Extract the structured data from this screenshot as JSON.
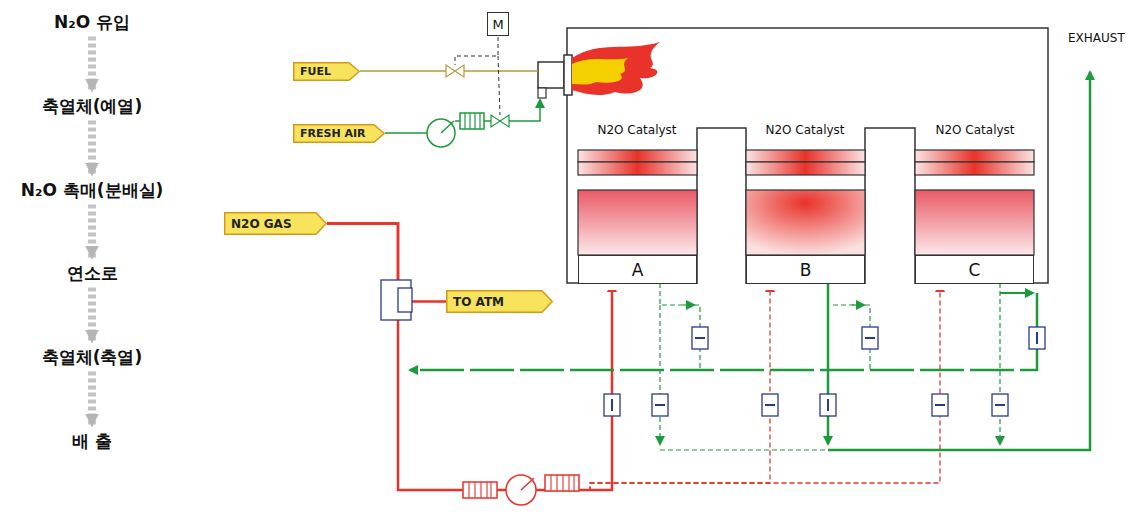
{
  "diagram": {
    "nodes": [
      {
        "text": [
          "N₂O 유입"
        ]
      },
      {
        "text": [
          "축열체(예열)"
        ]
      },
      {
        "text": [
          "N₂O 촉매(분배실)"
        ]
      },
      {
        "text": [
          "연소로"
        ]
      },
      {
        "text": [
          "축열체(축열)"
        ]
      },
      {
        "text": [
          "배 출"
        ]
      },
      {
        "text": [
          "M"
        ]
      },
      {
        "text": [
          "FUEL"
        ]
      },
      {
        "text": [
          "FRESH AIR"
        ]
      },
      {
        "text": [
          "N2O GAS"
        ]
      },
      {
        "text": [
          "TO ATM"
        ]
      },
      {
        "text": [
          "A"
        ]
      },
      {
        "text": [
          "B"
        ]
      },
      {
        "text": [
          "C"
        ]
      }
    ],
    "edges": [
      {
        "from": 0,
        "to": 1,
        "arrow": "to"
      },
      {
        "from": 1,
        "to": 2,
        "arrow": "to"
      },
      {
        "from": 2,
        "to": 3,
        "arrow": "to"
      },
      {
        "from": 3,
        "to": 4,
        "arrow": "to"
      },
      {
        "from": 4,
        "to": 5,
        "arrow": "to"
      },
      {
        "from": 9,
        "to": 11,
        "arrow": "to"
      },
      {
        "from": 9,
        "to": 12,
        "arrow": "to"
      },
      {
        "from": 9,
        "to": 13,
        "arrow": "to"
      },
      {
        "from": 9,
        "to": 10,
        "arrow": "none"
      }
    ],
    "labels": [
      "N2O Catalyst",
      "N2O Catalyst",
      "N2O Catalyst",
      "EXHAUST"
    ]
  }
}
